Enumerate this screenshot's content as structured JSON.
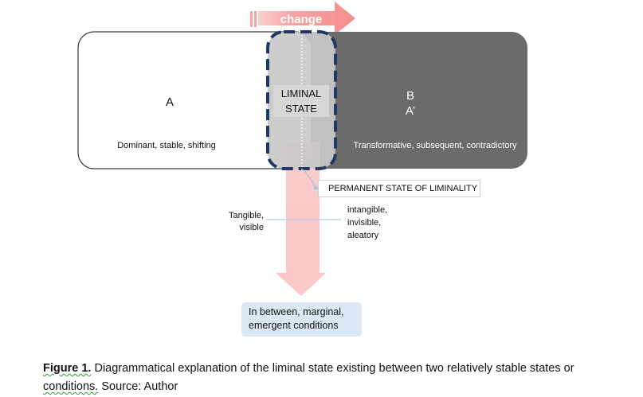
{
  "arrow_change": {
    "label": "change",
    "color": "#f8a0a0"
  },
  "state_a": {
    "letter": "A",
    "description": "Dominant, stable, shifting",
    "fill": "#ffffff"
  },
  "state_b": {
    "letter": "B",
    "letter_prime": "A’",
    "description": "Transformative, subsequent, contradictory",
    "fill": "#6b6b6b"
  },
  "liminal": {
    "line1": "LIMINAL",
    "line2": "STATE",
    "border_color": "#1f3864"
  },
  "permanent_label": "PERMANENT STATE OF LIMINALITY",
  "left_qualities": {
    "line1": "Tangible,",
    "line2": "visible"
  },
  "right_qualities": {
    "line1": "intangible,",
    "line2": "invisible,",
    "line3": "aleatory"
  },
  "outcome": {
    "line1": "In between, marginal,",
    "line2": "emergent conditions"
  },
  "caption": {
    "label": "Figure 1.",
    "text": "Diagrammatical explanation of the liminal state existing between two relatively stable states or",
    "text2": "conditions.",
    "source": "Source: Author"
  }
}
